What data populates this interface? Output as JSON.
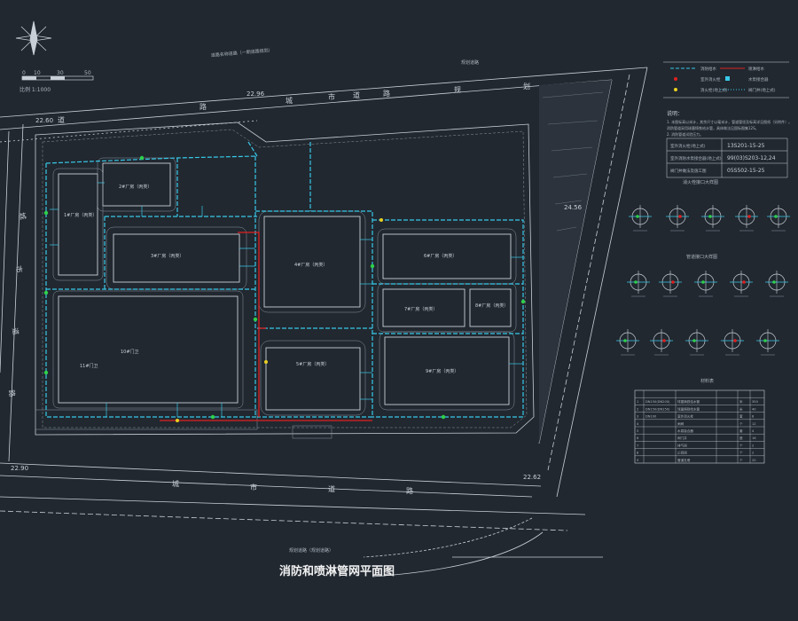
{
  "title": "消防和喷淋管网平面图",
  "scale_label": "比例 1:1000",
  "scale_ticks": [
    "0",
    "10",
    "30",
    "50"
  ],
  "road_label_top": "道路名称道路（一期道路规划）",
  "road_label_top_right": "规划道路",
  "road_label_bottom": "规划道路（规划道路）",
  "road_chars": {
    "top": [
      "道",
      "路",
      "城",
      "市",
      "道",
      "路",
      "规",
      "划"
    ],
    "bottom": [
      "城",
      "市",
      "道",
      "路"
    ],
    "left": [
      "城",
      "市",
      "道",
      "路"
    ]
  },
  "elevations": [
    "22.96",
    "22.60",
    "24.56",
    "22.90",
    "22.62"
  ],
  "legend": {
    "rows": [
      {
        "label": "消防给水",
        "label2": "喷淋给水"
      },
      {
        "label": "室外消火栓",
        "label2": "水泵接合器"
      },
      {
        "label": "消火栓(地上式)",
        "label2": "阀门井(地上式)"
      }
    ],
    "notes_title": "说明：",
    "notes": [
      "1. 本图标高以米计，其余尺寸以毫米计，管道管径及标高详见图纸（另附件）。",
      "   消防管道采用球墨铸铁给水管，具体做法见国标图集12S。",
      "2. 消防管道试验压力。"
    ],
    "specs": [
      {
        "label": "室外消火栓(地上式)",
        "value": "13S201-15-25"
      },
      {
        "label": "室外消防水泵接合器(地上式)",
        "value": "99(03)S203-12,24"
      },
      {
        "label": "阀门井做法及施工图",
        "value": "05S502-15-25"
      }
    ]
  },
  "detail_titles": [
    "消火栓接口大样图",
    "管道接口大样图"
  ],
  "table": {
    "title": "材料表",
    "rows": [
      [
        "1",
        "DN150(DN200)",
        "球墨铸铁给水管",
        "",
        "米",
        "350"
      ],
      [
        "2",
        "DN150(DN150)",
        "球墨铸铁给水管",
        "",
        "米",
        "40"
      ],
      [
        "3",
        "DN100",
        "室外消火栓",
        "",
        "套",
        "8"
      ],
      [
        "4",
        "",
        "闸阀",
        "",
        "个",
        "12"
      ],
      [
        "5",
        "",
        "水泵接合器",
        "",
        "套",
        "4"
      ],
      [
        "6",
        "",
        "阀门井",
        "",
        "座",
        "16"
      ],
      [
        "7",
        "",
        "排气阀",
        "",
        "个",
        "2"
      ],
      [
        "8",
        "",
        "止回阀",
        "",
        "个",
        "2"
      ],
      [
        "9",
        "",
        "管道支墩",
        "",
        "个",
        "20"
      ]
    ]
  },
  "building_labels": [
    "1#厂房（丙类）",
    "2#厂房（丙类）",
    "3#厂房（丙类）",
    "4#厂房（丙类）",
    "5#厂房（丙类）",
    "6#厂房（丙类）",
    "7#厂房（丙类）",
    "8#厂房（丙类）",
    "9#厂房（丙类）",
    "10#门卫",
    "11#门卫"
  ],
  "colors": {
    "background": "#212830",
    "cyan": "#38c8e8",
    "red": "#e02020",
    "green": "#2fd04a",
    "yellow": "#e8d020",
    "line": "#c9cfd6"
  }
}
